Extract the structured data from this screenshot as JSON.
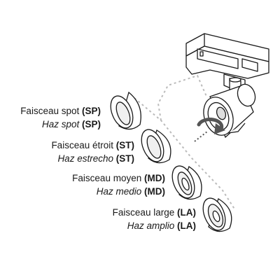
{
  "beams": [
    {
      "fr": "Faisceau spot",
      "es": "Haz spot",
      "code": "(SP)"
    },
    {
      "fr": "Faisceau étroit",
      "es": "Haz estrecho",
      "code": "(ST)"
    },
    {
      "fr": "Faisceau moyen",
      "es": "Haz medio",
      "code": "(MD)"
    },
    {
      "fr": "Faisceau large",
      "es": "Haz amplio",
      "code": "(LA)"
    }
  ],
  "colors": {
    "line": "#1a1a1a",
    "dashed": "#bbbbbb",
    "arrow": "#555555",
    "fill": "#ffffff"
  },
  "icons": [
    "track-adapter-icon",
    "spotlight-head-icon",
    "rotate-arrow-icon",
    "reflector-cone-icon"
  ]
}
